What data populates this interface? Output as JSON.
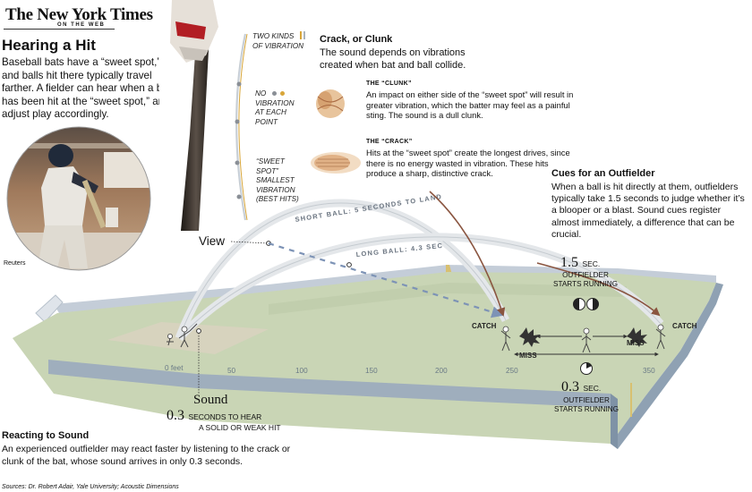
{
  "masthead": {
    "name": "The New York Times",
    "sub": "ON THE WEB"
  },
  "title": "Hearing a Hit",
  "intro": "Baseball bats have a “sweet spot,” and balls hit there typically travel farther. A fielder can hear when a ball has been hit at the “sweet spot,” and adjust play accordingly.",
  "photo_credit": "Reuters",
  "bat_labels": {
    "two_kinds": [
      "TWO KINDS",
      "OF VIBRATION"
    ],
    "no_vibration": [
      "NO",
      "VIBRATION",
      "AT EACH",
      "POINT"
    ],
    "sweet_spot": [
      "“SWEET",
      "SPOT”",
      "SMALLEST",
      "VIBRATION",
      "(BEST HITS)"
    ]
  },
  "crack_clunk": {
    "heading": "Crack, or Clunk",
    "desc": "The sound depends on vibrations created when bat and ball collide.",
    "clunk_heading": "THE “CLUNK”",
    "clunk_desc": "An impact on either side of the “sweet spot” will result in greater vibration, which the batter may feel as a painful sting. The sound is a dull clunk.",
    "crack_heading": "THE “CRACK”",
    "crack_desc": "Hits at the “sweet spot” create the longest drives, since there is no energy wasted in vibration. These hits produce a sharp, distinctive crack."
  },
  "cues": {
    "heading": "Cues for an Outfielder",
    "desc": "When a ball is hit directly at them, outfielders typically take 1.5 seconds to judge whether it’s a blooper or a blast. Sound cues register almost immediately, a difference that can be crucial."
  },
  "field": {
    "view_label": "View",
    "short_ball": "SHORT BALL: 5 SECONDS TO LAND",
    "long_ball": "LONG BALL: 4.3 SEC",
    "distance_ticks": [
      "0 feet",
      "50",
      "100",
      "150",
      "200",
      "250",
      "350"
    ],
    "catch_label": "CATCH",
    "miss_label": "MISS",
    "time_view": {
      "value": "1.5",
      "unit": "SEC.",
      "caption": [
        "OUTFIELDER",
        "STARTS RUNNING"
      ]
    },
    "time_sound": {
      "value": "0.3",
      "unit": "SEC.",
      "caption": [
        "OUTFIELDER",
        "STARTS RUNNING"
      ]
    },
    "sound_label": "Sound",
    "sound_value": "0.3",
    "sound_caption": [
      "SECONDS TO HEAR",
      "A SOLID OR WEAK HIT"
    ]
  },
  "reacting": {
    "heading": "Reacting to Sound",
    "desc": "An experienced outfielder may react faster by listening to the crack or clunk of the bat, whose sound arrives in only 0.3 seconds."
  },
  "sources": "Sources: Dr. Robert Adair, Yale University; Acoustic Dimensions",
  "colors": {
    "field_grass": "#c9d5b5",
    "wall": "#8fa1b3",
    "arc": "#c8cdd0",
    "arrow": "#8a5540",
    "sound_line": "#7d93b6",
    "bat": "#3a342e",
    "vibration": "#d8a63a"
  }
}
